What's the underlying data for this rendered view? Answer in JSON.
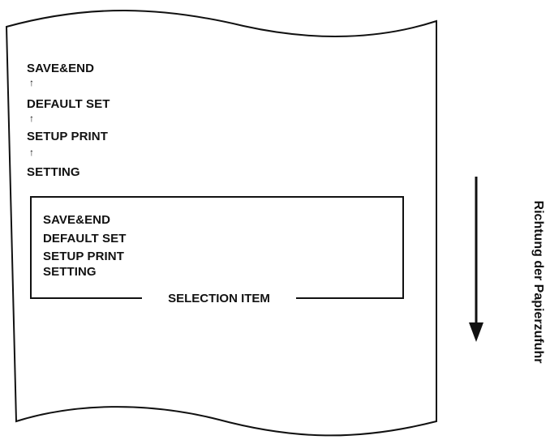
{
  "menu_sequence": {
    "items": [
      "SAVE&END",
      "DEFAULT SET",
      "SETUP PRINT",
      "SETTING"
    ],
    "arrow_glyph": "↑"
  },
  "selection_box": {
    "items": [
      "SAVE&END",
      "DEFAULT SET",
      "SETUP PRINT",
      "SETTING"
    ],
    "label": "SELECTION ITEM"
  },
  "feed_direction": {
    "label": "Richtung der Papierzufuhr"
  }
}
